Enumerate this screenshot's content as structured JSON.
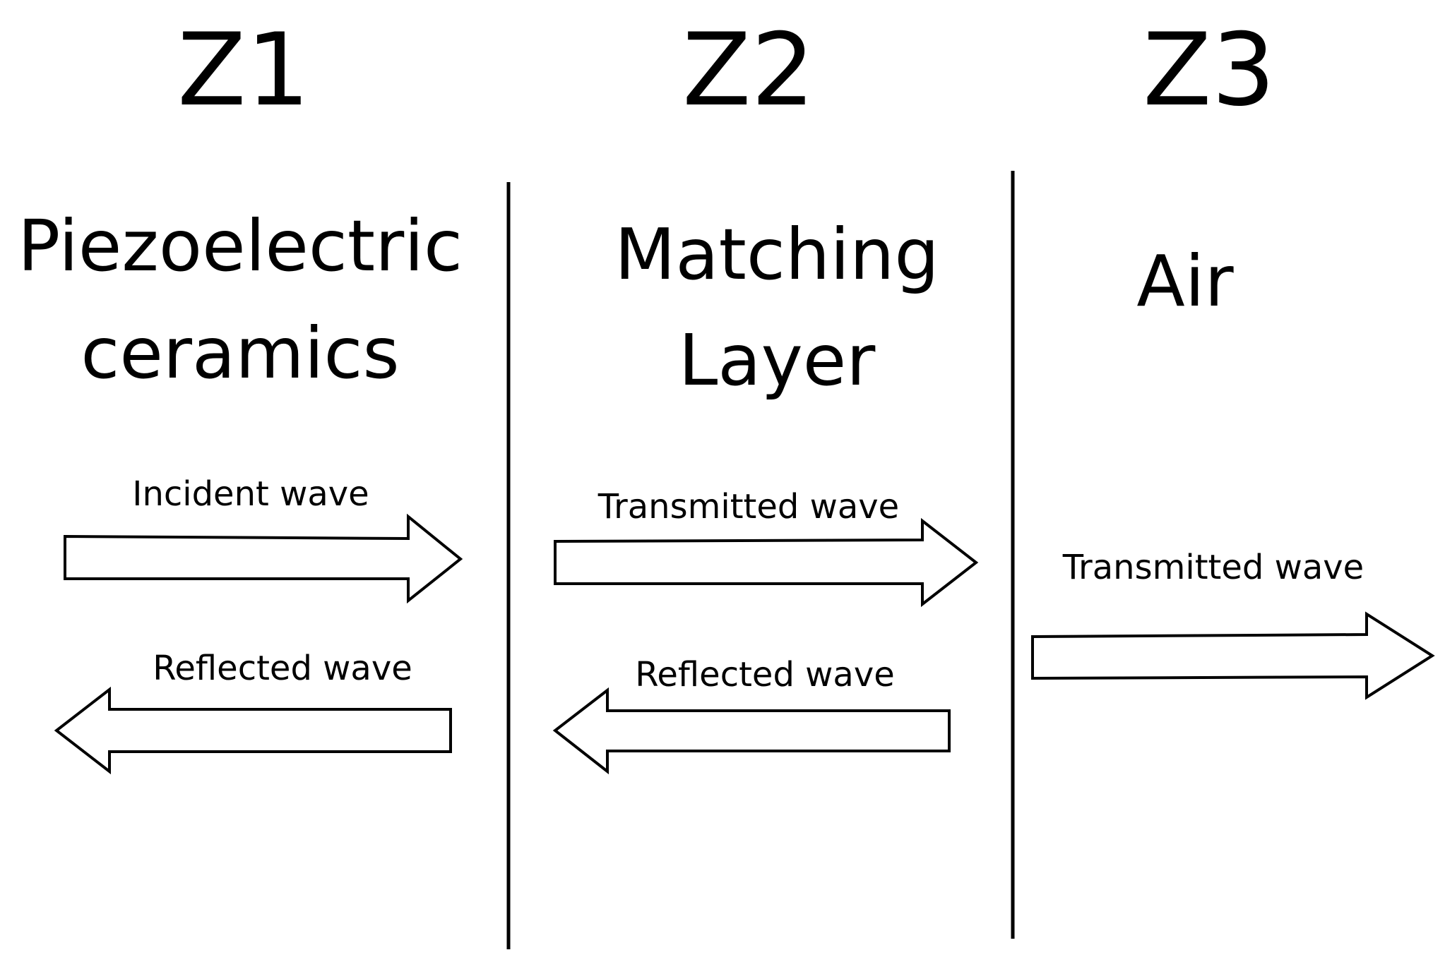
{
  "zones": [
    {
      "label": "Z1",
      "material_lines": [
        "Piezoelectric",
        "ceramics"
      ],
      "waves": {
        "forward": "Incident wave",
        "backward": "Reflected wave"
      }
    },
    {
      "label": "Z2",
      "material_lines": [
        "Matching",
        "Layer"
      ],
      "waves": {
        "forward": "Transmitted wave",
        "backward": "Reflected wave"
      }
    },
    {
      "label": "Z3",
      "material_lines": [
        "Air"
      ],
      "waves": {
        "forward": "Transmitted wave"
      }
    }
  ],
  "colors": {
    "stroke": "#000000",
    "fill": "#ffffff",
    "background": "#ffffff"
  }
}
